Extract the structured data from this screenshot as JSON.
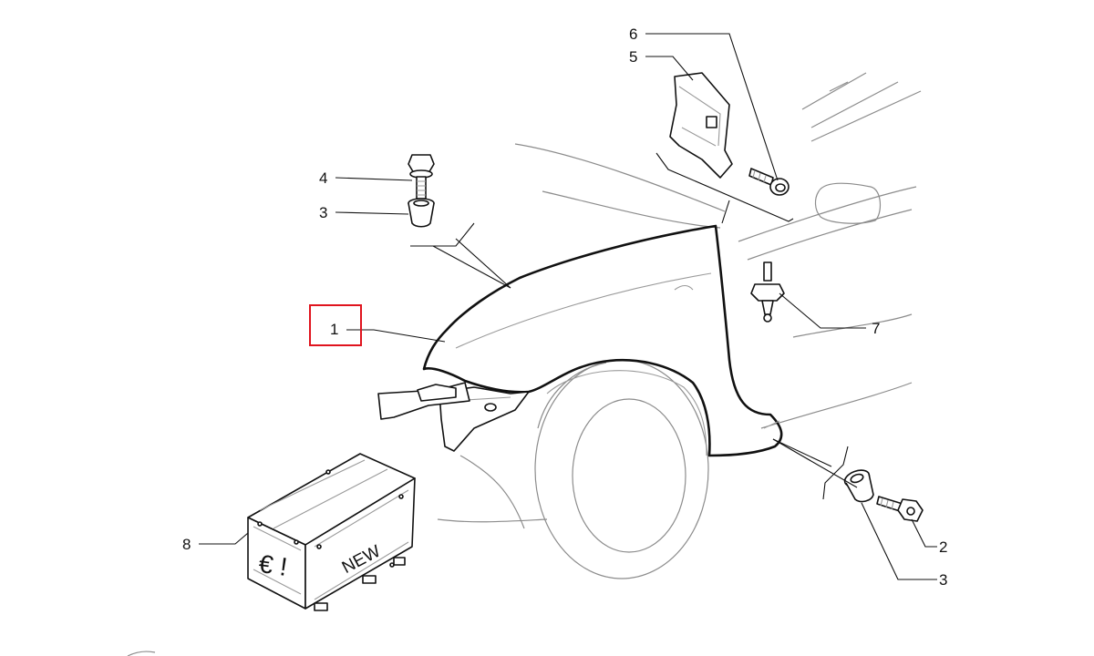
{
  "diagram": {
    "callouts": {
      "c1": "1",
      "c2": "2",
      "c3a": "3",
      "c3b": "3",
      "c4": "4",
      "c5": "5",
      "c6": "6",
      "c7": "7",
      "c8": "8"
    },
    "highlighted_callout": "1",
    "highlight_color": "#e0141e",
    "crate": {
      "front_text": "€ !",
      "side_text": "NEW"
    }
  }
}
